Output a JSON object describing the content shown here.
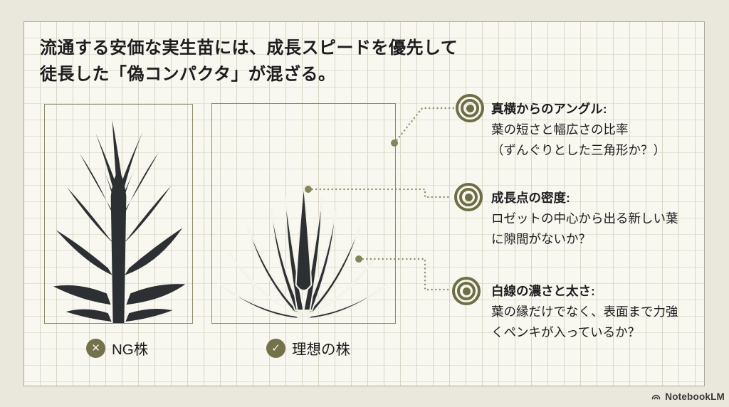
{
  "title": {
    "lines": [
      "流通する安価な実生苗には、成長スピードを優先して",
      "徒長した「偽コンパクタ」が混ざる。"
    ]
  },
  "specimens": {
    "ng": {
      "label": "NG株",
      "icon": "cross-in-circle",
      "glyph": "✕"
    },
    "ideal": {
      "label": "理想の株",
      "icon": "check-in-circle",
      "glyph": "✓"
    }
  },
  "annotations": [
    {
      "icon": "target-bullseye",
      "heading": "真横からのアングル:",
      "lines": [
        "葉の短さと幅広さの比率",
        "（ずんぐりとした三角形か？）"
      ]
    },
    {
      "icon": "target-bullseye",
      "heading": "成長点の密度:",
      "lines": [
        "ロゼットの中心から出る新しい葉",
        "に隙間がないか？"
      ]
    },
    {
      "icon": "target-bullseye",
      "heading": "白線の濃さと太さ:",
      "lines": [
        "葉の縁だけでなく、表面まで力強",
        "くペンキが入っているか？"
      ]
    }
  ],
  "brand": {
    "name": "NotebookLM",
    "icon": "notebooklm-arcs"
  },
  "colors": {
    "page_bg": "#eae7dc",
    "panel_bg": "#f8f7f0",
    "accent_olive": "#6e6e44",
    "leader_line": "#8f8f68",
    "plant_silhouette": "#2c3033",
    "ink": "#1d1d1f"
  }
}
